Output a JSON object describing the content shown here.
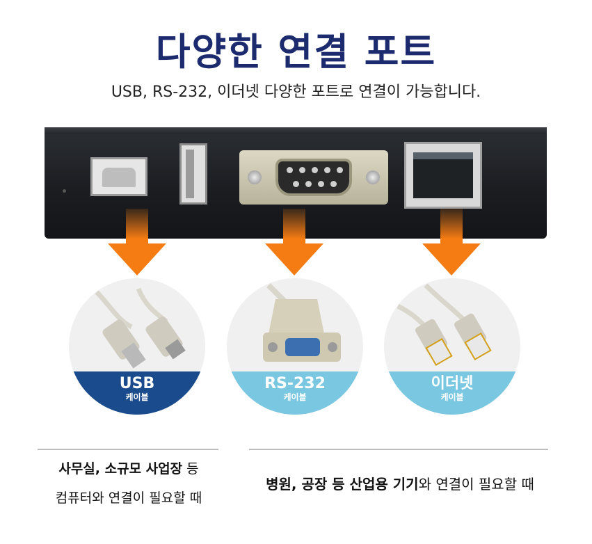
{
  "header": {
    "title": "다양한 연결 포트",
    "subtitle": "USB, RS-232, 이더넷 다양한 포트로 연결이 가능합니다."
  },
  "colors": {
    "title": "#1c2a6e",
    "arrow": "#f47c13",
    "usb_band": "#1a4b8c",
    "rs232_band": "#79c7e0",
    "ethernet_band": "#79c7e0"
  },
  "cables": [
    {
      "name": "USB",
      "sub": "케이블"
    },
    {
      "name": "RS-232",
      "sub": "케이블"
    },
    {
      "name": "이더넷",
      "sub": "케이블"
    }
  ],
  "notes": {
    "left_line1_bold": "사무실, 소규모 사업장",
    "left_line1_rest": " 등",
    "left_line2": "컴퓨터와 연결이 필요할 때",
    "right_bold": "병원, 공장 등 산업용 기기",
    "right_rest": "와 연결이 필요할 때"
  }
}
